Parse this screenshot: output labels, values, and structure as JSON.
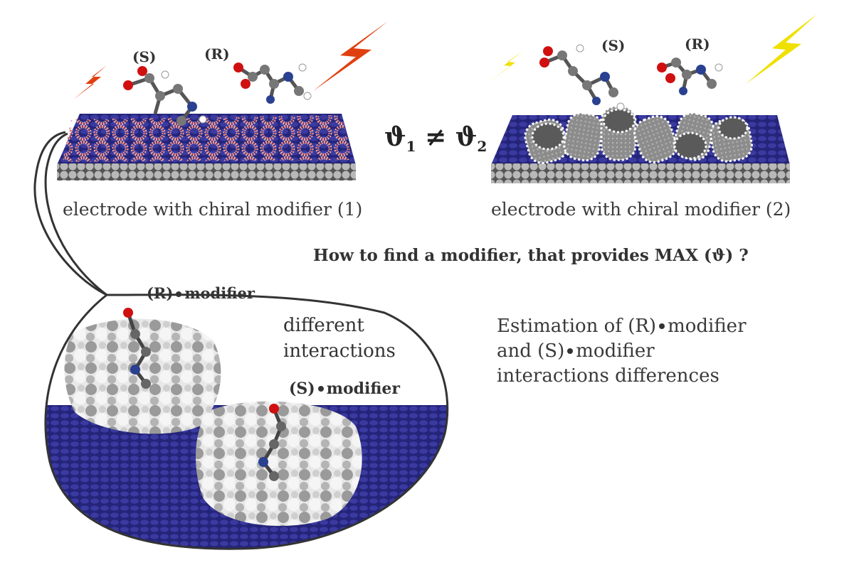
{
  "panel_left": {
    "caption": "electrode with chiral modifier (1)",
    "label_s": "(S)",
    "label_r": "(R)"
  },
  "panel_right": {
    "caption": "electrode with chiral modifier (2)",
    "label_s": "(S)",
    "label_r": "(R)"
  },
  "inequality": {
    "symbol": "ϑ",
    "sub1": "1",
    "op": "≠",
    "sub2": "2"
  },
  "question": "How to find a modifier, that provides MAX (ϑ) ?",
  "zoom": {
    "r_complex": {
      "prefix": "(R)",
      "suffix": "modifier"
    },
    "s_complex": {
      "prefix": "(S)",
      "suffix": "modifier"
    },
    "interaction_line1": "different",
    "interaction_line2": "interactions"
  },
  "estimation": {
    "line1_prefix": "Estimation of (R)",
    "line1_suffix": "modifier",
    "line2_prefix": "and (S)",
    "line2_suffix": "modifier",
    "line3": "interactions differences"
  },
  "colors": {
    "surface_blue": "#2a2a7a",
    "spark_red": "#e04010",
    "spark_yellow": "#f0e000",
    "graphite": "#8a8a8a"
  }
}
